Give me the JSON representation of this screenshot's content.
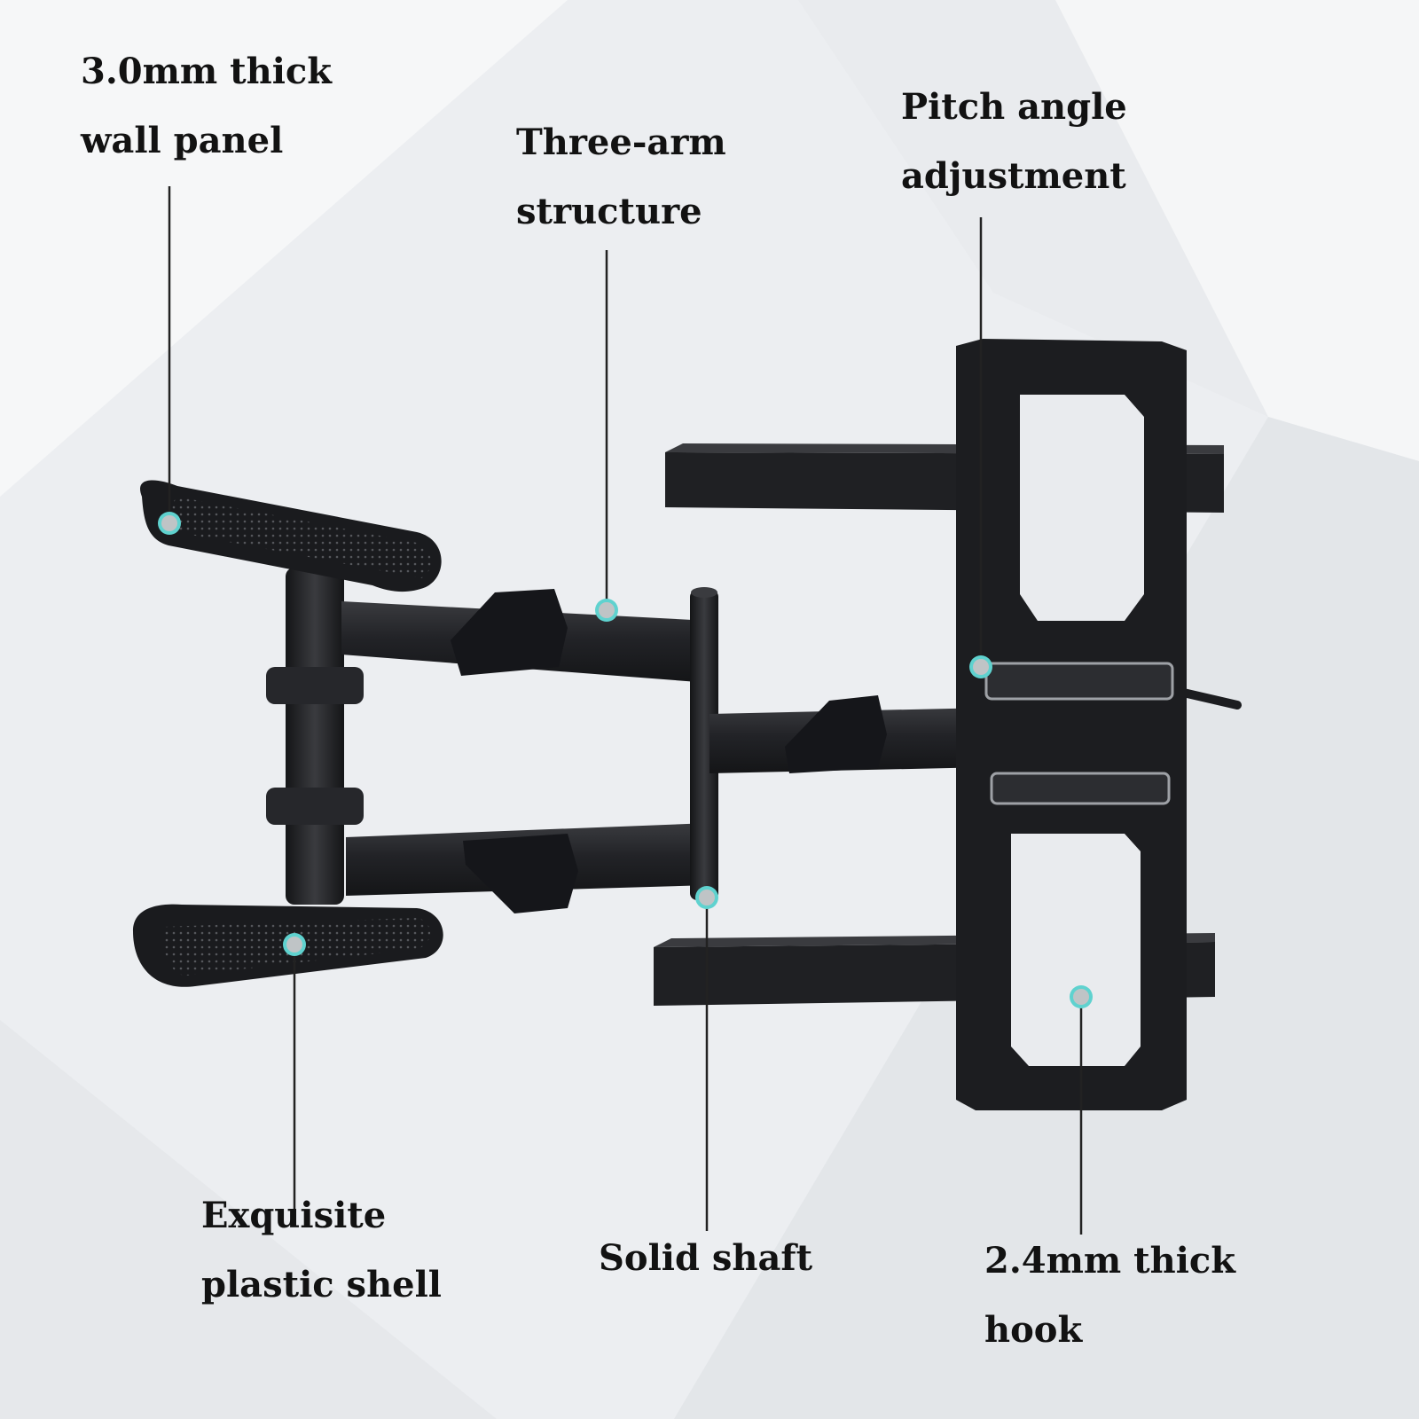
{
  "colors": {
    "background": "#eef0f2",
    "metal": "#1d1e21",
    "metal_highlight": "#3a3b3f",
    "callout_dot": "#bfc4c6",
    "callout_ring": "#5fd2cf",
    "leader_line": "#222222",
    "text": "#121212"
  },
  "callouts": [
    {
      "id": "wall-panel",
      "lines": [
        "3.0mm thick",
        "wall panel"
      ]
    },
    {
      "id": "three-arm",
      "lines": [
        "Three-arm",
        "structure"
      ]
    },
    {
      "id": "pitch-angle",
      "lines": [
        "Pitch angle",
        "adjustment"
      ]
    },
    {
      "id": "plastic-shell",
      "lines": [
        "Exquisite",
        "plastic shell"
      ]
    },
    {
      "id": "solid-shaft",
      "lines": [
        "Solid shaft"
      ]
    },
    {
      "id": "hook",
      "lines": [
        "2.4mm thick",
        "hook"
      ]
    }
  ]
}
